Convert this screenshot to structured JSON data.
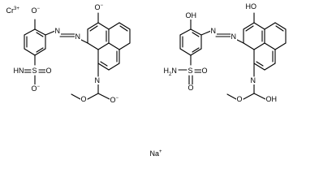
{
  "molecule": {
    "cation_metal": "Cr",
    "cation_metal_charge": "3+",
    "counter_ion": "Na",
    "counter_ion_charge": "+",
    "labels": {
      "left_phenoxide": "O",
      "left_phenoxide_charge": "−",
      "left_naphthoxide": "O",
      "left_naphthoxide_charge": "−",
      "left_azo_n1": "N",
      "left_azo_n2": "N",
      "left_sulfonyl_nh": "HN",
      "left_sulfonyl_s": "S",
      "left_sulfonyl_o_right": "O",
      "left_sulfonyl_o_bottom": "O",
      "left_sulfonyl_o_bottom_charge": "−",
      "left_carbamate_n": "N",
      "left_carbamate_o_ether": "O",
      "left_carbamate_o_neg": "O",
      "left_carbamate_o_neg_charge": "−",
      "right_phenol": "OH",
      "right_naphthol": "HO",
      "right_azo_n1": "N",
      "right_azo_n2": "N",
      "right_sulfonamide_nh2": "H2N",
      "right_sulfonyl_s": "S",
      "right_sulfonyl_o_right": "O",
      "right_sulfonyl_o_bottom": "O",
      "right_carbamate_n": "N",
      "right_carbamate_o_ether": "O",
      "right_carbamate_oh": "OH"
    }
  }
}
